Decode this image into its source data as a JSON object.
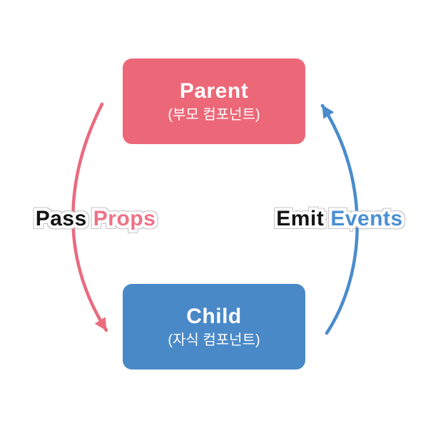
{
  "canvas": {
    "background": "#ffffff"
  },
  "boxes": {
    "parent": {
      "title": "Parent",
      "subtitle": "(부모 컴포넌트)",
      "bg": "#ec6878",
      "text_color": "#ffffff"
    },
    "child": {
      "title": "Child",
      "subtitle": "(자식 컴포넌트)",
      "bg": "#4a89c8",
      "text_color": "#ffffff"
    }
  },
  "labels": {
    "pass_props": {
      "word1": "Pass",
      "word2": "Props",
      "word1_color": "#141414",
      "word2_color": "#ee7288",
      "outline_color": "#ffffff"
    },
    "emit_events": {
      "word1": "Emit",
      "word2": "Events",
      "word1_color": "#141414",
      "word2_color": "#4a8fd2",
      "outline_color": "#ffffff"
    }
  },
  "arrows": {
    "pass_props_arrow": {
      "color": "#ea6a7e"
    },
    "emit_events_arrow": {
      "color": "#4a8ccb"
    }
  }
}
